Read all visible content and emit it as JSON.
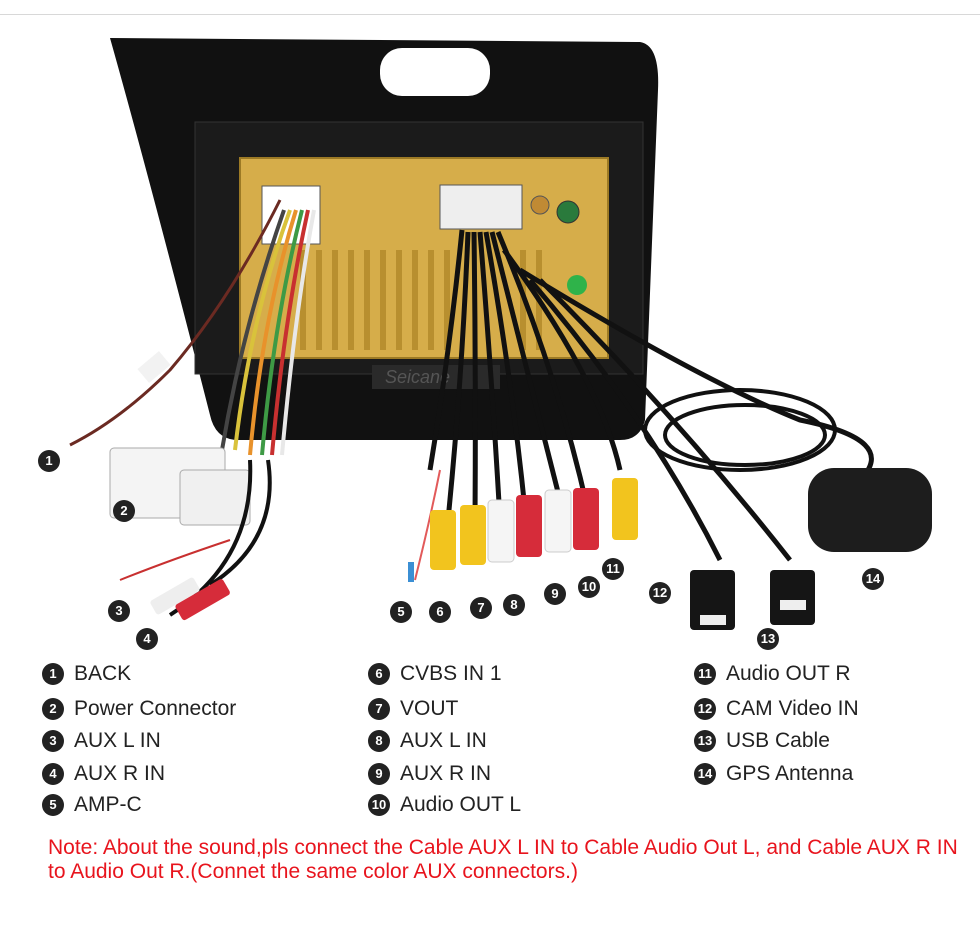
{
  "brand_watermark": "Seicane",
  "markers": [
    "1",
    "2",
    "3",
    "4",
    "5",
    "6",
    "7",
    "8",
    "9",
    "10",
    "11",
    "12",
    "13",
    "14"
  ],
  "legend": [
    {
      "num": "1",
      "label": "BACK"
    },
    {
      "num": "2",
      "label": "Power Connector"
    },
    {
      "num": "3",
      "label": "AUX L IN"
    },
    {
      "num": "4",
      "label": "AUX R IN"
    },
    {
      "num": "5",
      "label": "AMP-C"
    },
    {
      "num": "6",
      "label": "CVBS IN 1"
    },
    {
      "num": "7",
      "label": "VOUT"
    },
    {
      "num": "8",
      "label": "AUX L IN"
    },
    {
      "num": "9",
      "label": "AUX R IN"
    },
    {
      "num": "10",
      "label": "Audio OUT L"
    },
    {
      "num": "11",
      "label": "Audio OUT R"
    },
    {
      "num": "12",
      "label": "CAM Video IN"
    },
    {
      "num": "13",
      "label": "USB Cable"
    },
    {
      "num": "14",
      "label": "GPS Antenna"
    }
  ],
  "note": "Note: About the sound,pls connect the Cable AUX L IN to Cable Audio Out L, and Cable AUX R IN to  Audio Out R.(Connet the same color AUX connectors.)",
  "colors": {
    "note": "#e8141d",
    "chassis": "#111111",
    "board": "#d6ad4a",
    "marker": "#222222"
  }
}
